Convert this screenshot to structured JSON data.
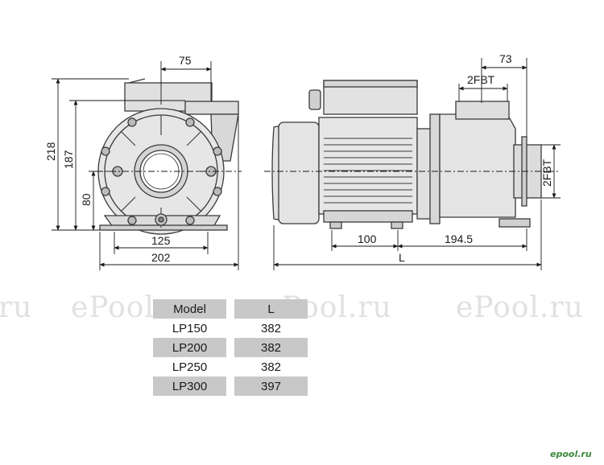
{
  "dimensions": {
    "d75": "75",
    "d218": "218",
    "d187": "187",
    "d80": "80",
    "d125": "125",
    "d202": "202",
    "d73": "73",
    "thread_top": "2FBT",
    "thread_side": "2FBT",
    "d100": "100",
    "d194_5": "194.5",
    "length": "L"
  },
  "table": {
    "headers": [
      "Model",
      "L"
    ],
    "rows": [
      [
        "LP150",
        "382"
      ],
      [
        "LP200",
        "382"
      ],
      [
        "LP250",
        "382"
      ],
      [
        "LP300",
        "397"
      ]
    ]
  },
  "watermarks": [
    "ru",
    "ePool.ru",
    "ePool.ru",
    "ePool.ru"
  ],
  "brand": "epool.ru",
  "colors": {
    "line": "#3a3a3a",
    "shade": "#c8c8c8",
    "body": "#e6e6e6",
    "watermark": "#c8c8c8",
    "brand": "#3a8a3a"
  }
}
